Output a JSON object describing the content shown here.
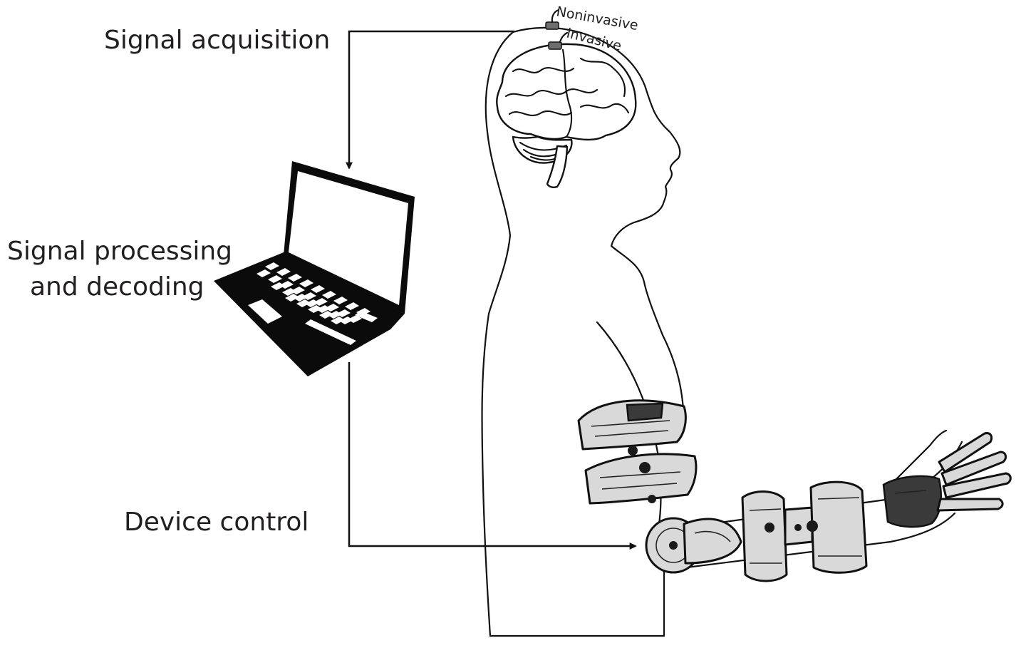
{
  "labels": {
    "signal_acquisition": "Signal acquisition",
    "signal_processing_line1": "Signal processing",
    "signal_processing_line2": "and decoding",
    "device_control": "Device control",
    "noninvasive": "Noninvasive",
    "invasive": "Invasive"
  },
  "colors": {
    "text": "#231f20",
    "ink": "#111111",
    "background": "#ffffff"
  }
}
